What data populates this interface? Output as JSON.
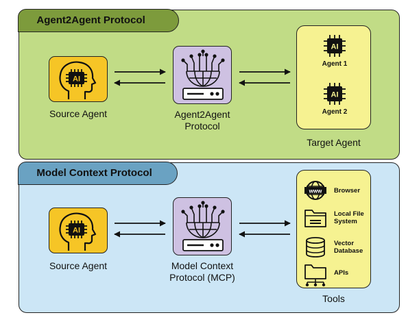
{
  "a2a": {
    "tab_title": "Agent2Agent Protocol",
    "source_caption": "Source Agent",
    "protocol_caption_line1": "Agent2Agent",
    "protocol_caption_line2": "Protocol",
    "target_caption": "Target Agent",
    "agents": [
      {
        "label": "Agent 1",
        "chip_text": "AI"
      },
      {
        "label": "Agent 2",
        "chip_text": "AI"
      }
    ]
  },
  "mcp": {
    "tab_title": "Model Context Protocol",
    "source_caption": "Source Agent",
    "protocol_caption_line1": "Model Context",
    "protocol_caption_line2": "Protocol (MCP)",
    "tools_caption": "Tools",
    "tools": [
      {
        "label": "Browser",
        "icon": "globe-icon",
        "icon_text": "www"
      },
      {
        "label": "Local File System",
        "icon": "folder-file-icon"
      },
      {
        "label": "Vector Database",
        "icon": "database-icon"
      },
      {
        "label": "APIs",
        "icon": "api-folder-icon"
      }
    ]
  },
  "head_chip_text": "AI",
  "colors": {
    "a2a_panel": "#c1dc86",
    "a2a_tab": "#7d9b3c",
    "mcp_panel": "#cce6f6",
    "mcp_tab": "#6aa2c2",
    "source_box": "#f6c526",
    "protocol_box": "#cec1e2",
    "target_box": "#f6f291"
  }
}
